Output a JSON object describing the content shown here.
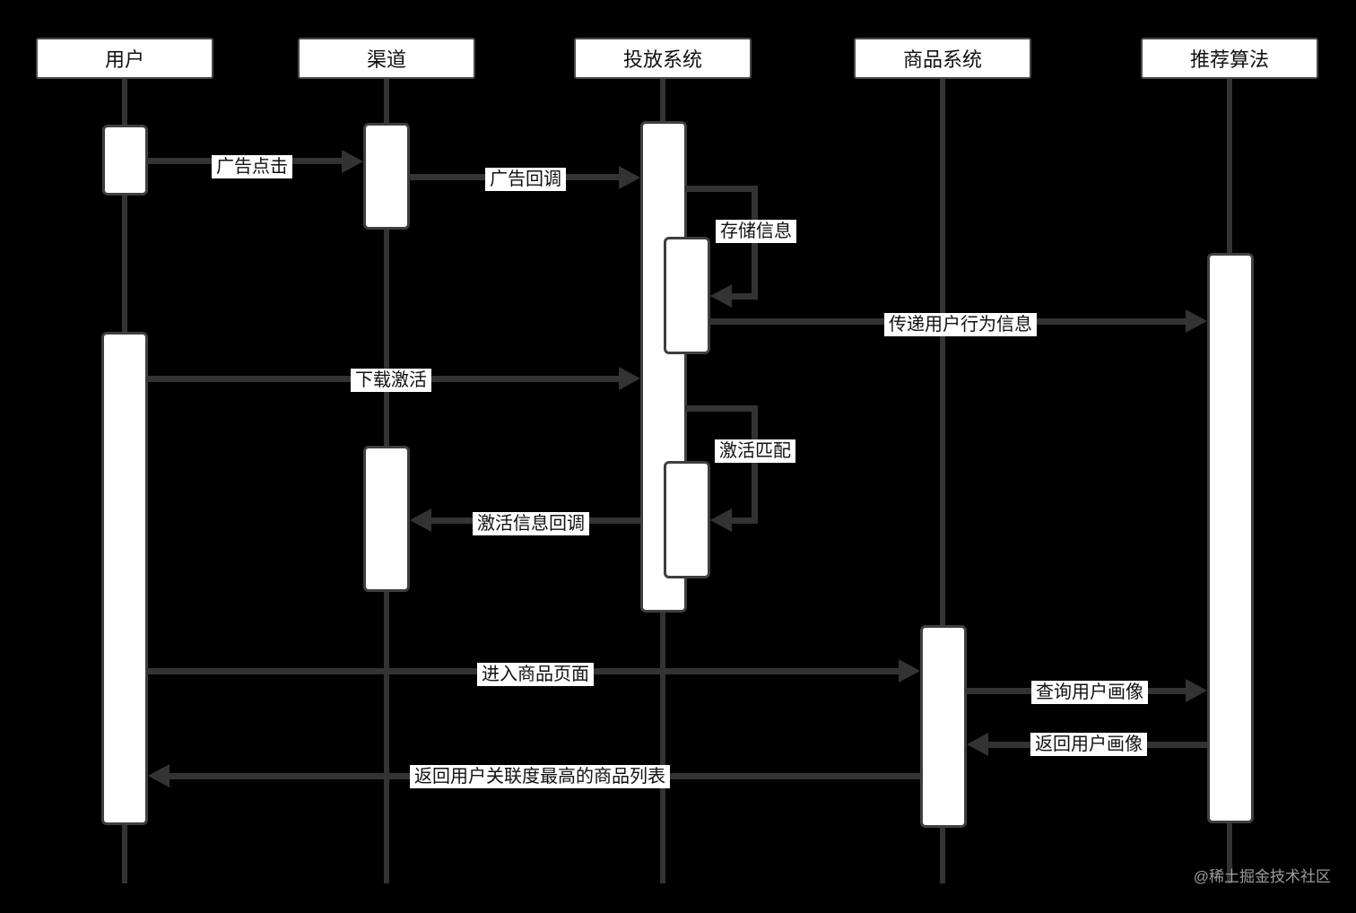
{
  "diagram": {
    "type": "sequence-diagram",
    "actors": [
      {
        "id": "user",
        "label": "用户"
      },
      {
        "id": "channel",
        "label": "渠道"
      },
      {
        "id": "delivery-system",
        "label": "投放系统"
      },
      {
        "id": "product-system",
        "label": "商品系统"
      },
      {
        "id": "recommendation-algorithm",
        "label": "推荐算法"
      }
    ],
    "messages": [
      {
        "label": "广告点击",
        "from": "用户",
        "to": "渠道"
      },
      {
        "label": "广告回调",
        "from": "渠道",
        "to": "投放系统"
      },
      {
        "label": "存储信息",
        "from": "投放系统",
        "to": "投放系统"
      },
      {
        "label": "传递用户行为信息",
        "from": "投放系统",
        "to": "推荐算法"
      },
      {
        "label": "下载激活",
        "from": "用户",
        "to": "投放系统"
      },
      {
        "label": "激活匹配",
        "from": "投放系统",
        "to": "投放系统"
      },
      {
        "label": "激活信息回调",
        "from": "投放系统",
        "to": "渠道"
      },
      {
        "label": "进入商品页面",
        "from": "用户",
        "to": "商品系统"
      },
      {
        "label": "查询用户画像",
        "from": "商品系统",
        "to": "推荐算法"
      },
      {
        "label": "返回用户画像",
        "from": "推荐算法",
        "to": "商品系统"
      },
      {
        "label": "返回用户关联度最高的商品列表",
        "from": "商品系统",
        "to": "用户"
      }
    ],
    "watermark": "@稀土掘金技术社区",
    "colors": {
      "background": "#000000",
      "line": "#333333",
      "box_fill": "#ffffff",
      "box_border": "#3f3f3f",
      "text": "#111111",
      "watermark": "#9c9c9c"
    }
  }
}
